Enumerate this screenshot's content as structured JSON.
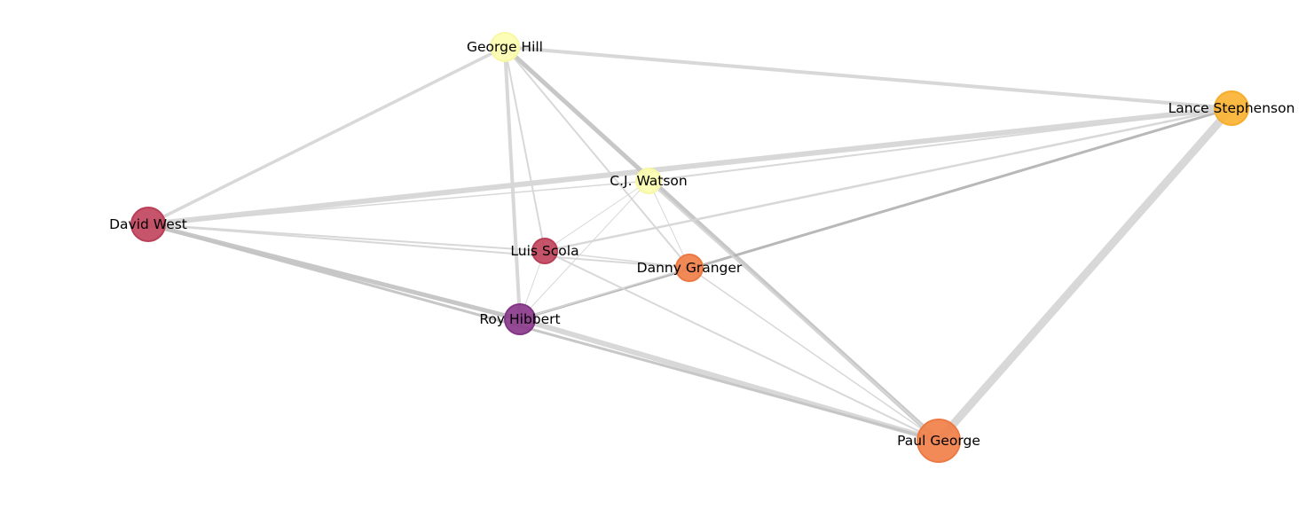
{
  "graph": {
    "nodes": [
      {
        "id": "george-hill",
        "label": "George Hill",
        "color": "#fcfdb0",
        "stroke": "#f7f7a4"
      },
      {
        "id": "lance-stephenson",
        "label": "Lance Stephenson",
        "color": "#f9b332",
        "stroke": "#f7ac2c"
      },
      {
        "id": "cj-watson",
        "label": "C.J. Watson",
        "color": "#fcfdb0",
        "stroke": "#f7f7a4"
      },
      {
        "id": "david-west",
        "label": "David West",
        "color": "#c1455d",
        "stroke": "#b93f58"
      },
      {
        "id": "luis-scola",
        "label": "Luis Scola",
        "color": "#c1455d",
        "stroke": "#b93f58"
      },
      {
        "id": "danny-granger",
        "label": "Danny Granger",
        "color": "#f1804a",
        "stroke": "#ec7943"
      },
      {
        "id": "roy-hibbert",
        "label": "Roy Hibbert",
        "color": "#8b3a8c",
        "stroke": "#813584"
      },
      {
        "id": "paul-george",
        "label": "Paul George",
        "color": "#f1804a",
        "stroke": "#ec7943"
      }
    ],
    "edges": [
      {
        "source": "paul-george",
        "target": "lance-stephenson",
        "weight": 9,
        "tone": "light"
      },
      {
        "source": "david-west",
        "target": "lance-stephenson",
        "weight": 6,
        "tone": "light"
      },
      {
        "source": "roy-hibbert",
        "target": "paul-george",
        "weight": 6,
        "tone": "light"
      },
      {
        "source": "george-hill",
        "target": "paul-george",
        "weight": 5,
        "tone": "mid"
      },
      {
        "source": "david-west",
        "target": "roy-hibbert",
        "weight": 5,
        "tone": "mid"
      },
      {
        "source": "david-west",
        "target": "paul-george",
        "weight": 3,
        "tone": "mid"
      },
      {
        "source": "george-hill",
        "target": "lance-stephenson",
        "weight": 4,
        "tone": "light"
      },
      {
        "source": "roy-hibbert",
        "target": "lance-stephenson",
        "weight": 3,
        "tone": "dark"
      },
      {
        "source": "george-hill",
        "target": "david-west",
        "weight": 3.5,
        "tone": "light"
      },
      {
        "source": "george-hill",
        "target": "roy-hibbert",
        "weight": 4,
        "tone": "light"
      },
      {
        "source": "cj-watson",
        "target": "paul-george",
        "weight": 2.5,
        "tone": "light"
      },
      {
        "source": "david-west",
        "target": "danny-granger",
        "weight": 2,
        "tone": "light"
      },
      {
        "source": "david-west",
        "target": "luis-scola",
        "weight": 2,
        "tone": "light"
      },
      {
        "source": "luis-scola",
        "target": "lance-stephenson",
        "weight": 2.5,
        "tone": "light"
      },
      {
        "source": "cj-watson",
        "target": "lance-stephenson",
        "weight": 2,
        "tone": "light"
      },
      {
        "source": "david-west",
        "target": "cj-watson",
        "weight": 1.5,
        "tone": "light"
      },
      {
        "source": "george-hill",
        "target": "luis-scola",
        "weight": 2,
        "tone": "light"
      },
      {
        "source": "george-hill",
        "target": "danny-granger",
        "weight": 2,
        "tone": "light"
      },
      {
        "source": "luis-scola",
        "target": "paul-george",
        "weight": 2,
        "tone": "light"
      },
      {
        "source": "danny-granger",
        "target": "paul-george",
        "weight": 1.5,
        "tone": "light"
      },
      {
        "source": "luis-scola",
        "target": "danny-granger",
        "weight": 1.5,
        "tone": "light"
      },
      {
        "source": "cj-watson",
        "target": "danny-granger",
        "weight": 1,
        "tone": "light"
      },
      {
        "source": "cj-watson",
        "target": "roy-hibbert",
        "weight": 1,
        "tone": "light"
      },
      {
        "source": "cj-watson",
        "target": "luis-scola",
        "weight": 1,
        "tone": "light"
      },
      {
        "source": "luis-scola",
        "target": "roy-hibbert",
        "weight": 1,
        "tone": "light"
      },
      {
        "source": "roy-hibbert",
        "target": "danny-granger",
        "weight": 1.5,
        "tone": "light"
      }
    ],
    "edge_colors": {
      "light": "#d6d6d6",
      "mid": "#c4c4c4",
      "dark": "#b4b4b4"
    }
  }
}
